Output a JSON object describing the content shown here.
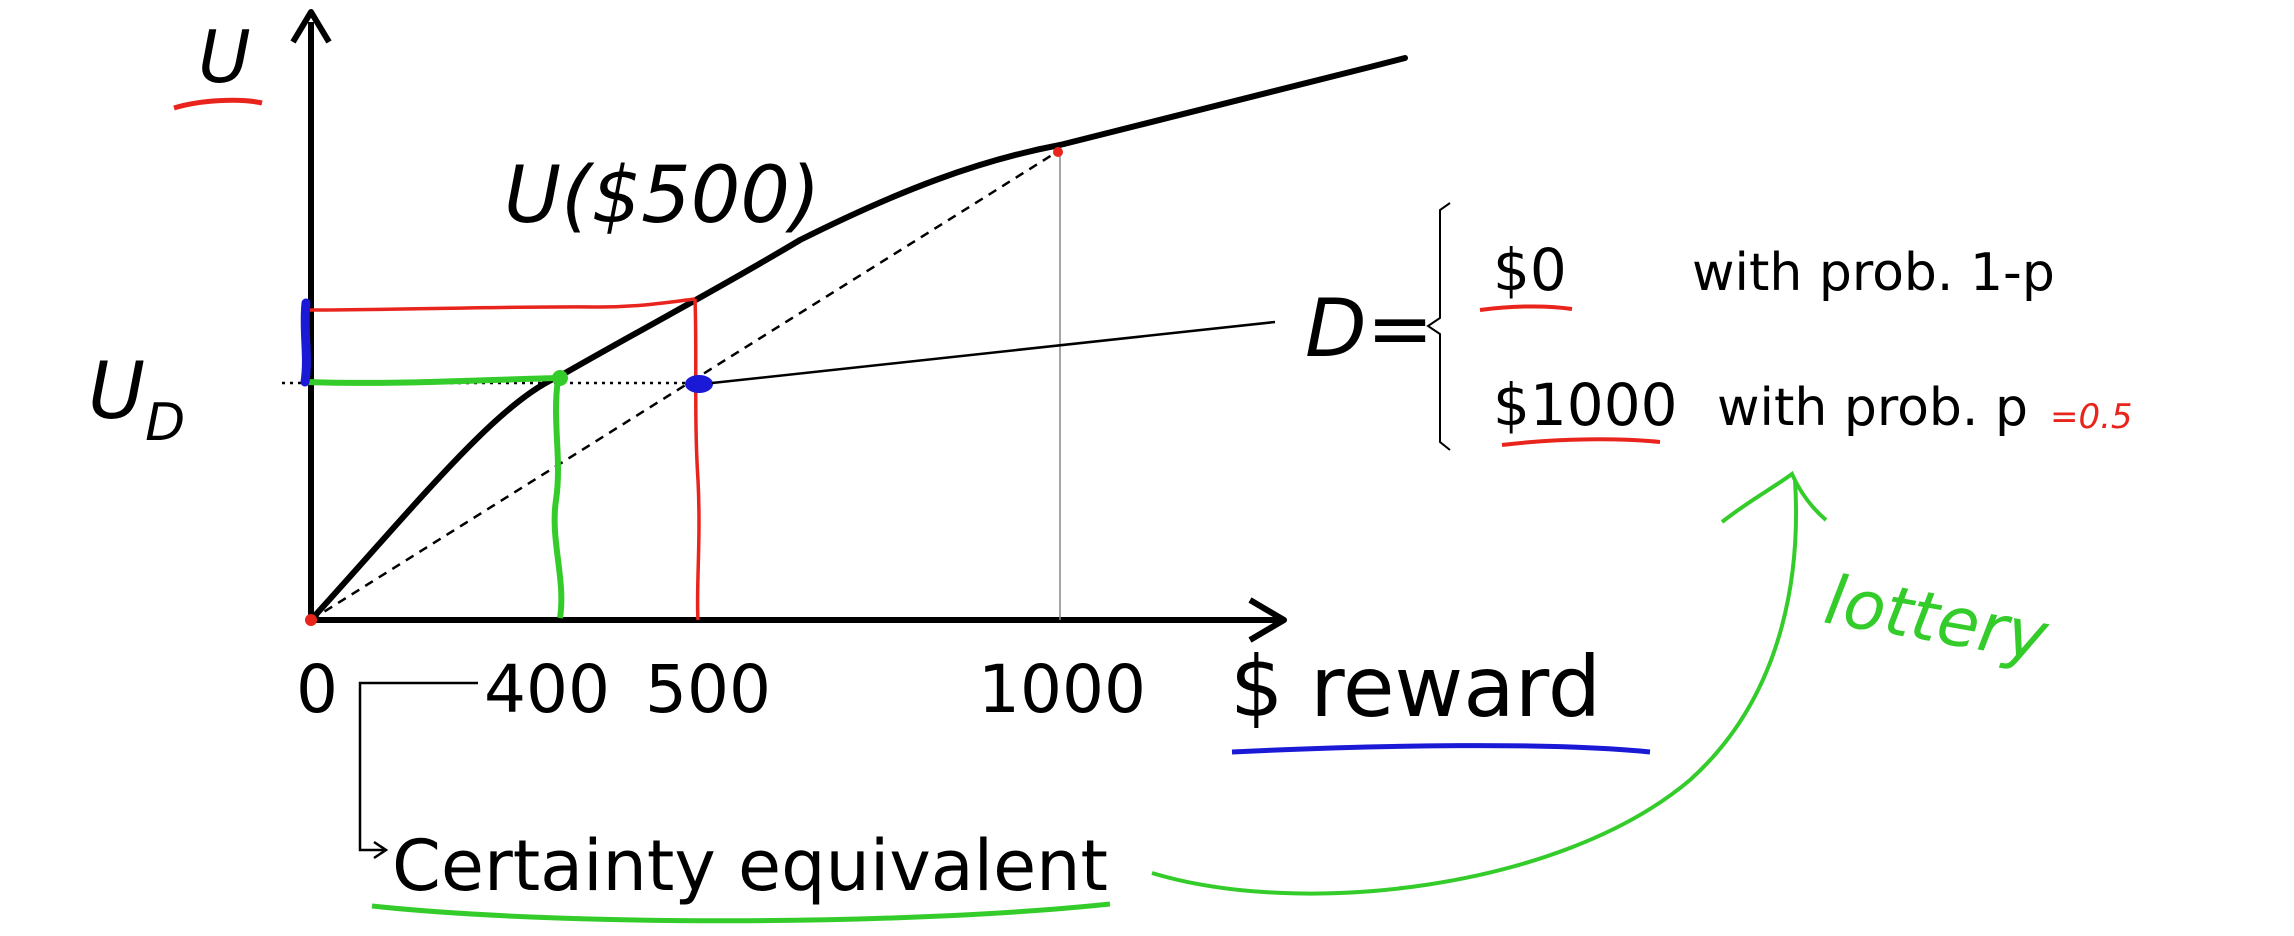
{
  "axes": {
    "y_label": "U",
    "x_label": "$ reward"
  },
  "ticks": {
    "zero": "0",
    "t400": "400",
    "t500": "500",
    "t1000": "1000"
  },
  "labels": {
    "u500": "U($500)",
    "ud_main": "U",
    "ud_sub": "D",
    "certainty_equivalent": "Certainty equivalent"
  },
  "lottery": {
    "d_label": "D=",
    "outcome1_amount": "$0",
    "outcome1_text": "with prob. 1-p",
    "outcome2_amount": "$1000",
    "outcome2_text": "with prob. p",
    "p_note": "=0.5",
    "hand_note": "lottery"
  },
  "colors": {
    "curve": "#000000",
    "red": "#e8241c",
    "green": "#34cc2a",
    "blue": "#1a1ad6"
  }
}
